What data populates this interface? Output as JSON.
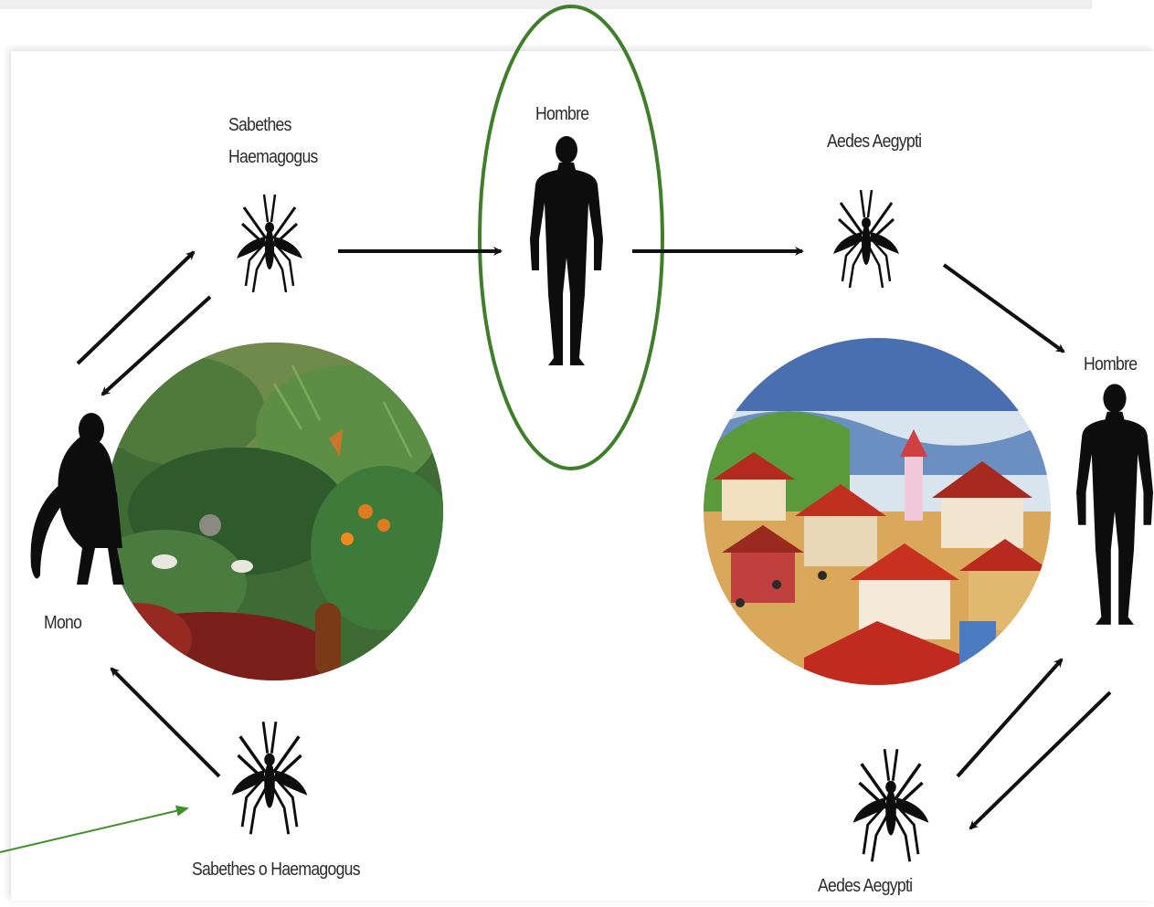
{
  "labels": {
    "sylvan_vector_top_line1": "Sabethes",
    "sylvan_vector_top_line2": "Haemagogus",
    "human_center": "Hombre",
    "urban_vector_top": "Aedes Aegypti",
    "human_right": "Hombre",
    "monkey": "Mono",
    "sylvan_vector_bottom": "Sabethes o Haemagogus",
    "urban_vector_bottom": "Aedes Aegypti"
  },
  "colors": {
    "highlight_ellipse": "#3f7f2a",
    "pointer_arrow": "#3f8f2a",
    "silhouette": "#0d0d0d",
    "arrow": "#111111"
  },
  "icons": [
    "mosquito-icon",
    "human-silhouette-icon",
    "monkey-silhouette-icon",
    "jungle-scene-image",
    "village-scene-image"
  ]
}
